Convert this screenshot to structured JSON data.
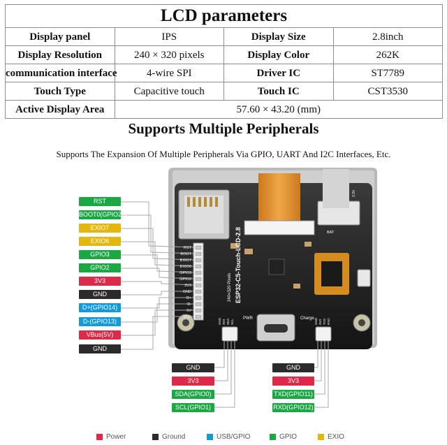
{
  "table": {
    "title": "LCD parameters",
    "rows": [
      [
        "Display panel",
        "IPS",
        "Display Size",
        "2.8inch"
      ],
      [
        "Display Resolution",
        "240 × 320 pixels",
        "Display Color",
        "262K"
      ],
      [
        "communication interface",
        "4-wire SPI",
        "Driver IC",
        "ST7789"
      ],
      [
        "Touch Type",
        "Capacitive touch",
        "Touch IC",
        "CST3530"
      ]
    ],
    "active_area_label": "Active Display Area",
    "active_area_value": "57.60 × 43.20 (mm)"
  },
  "peripherals": {
    "heading": "Supports Multiple Peripherals",
    "subheading": "Supports The Expansion Of Multiple Peripherals Via GPIO, UART And I2C Interfaces, Etc."
  },
  "board": {
    "model": "ESP32-C5-Touch-LCD-2.8",
    "resolution_text": "240×320 Pixels",
    "label_pwr": "PWR",
    "label_charge": "Charge",
    "label_batt": "BAT",
    "label_3v3": "3.3V",
    "header_pins": [
      "RST",
      "BOOT",
      "EXIO7",
      "EXIO6",
      "GPIO3",
      "GPIO2",
      "3V3",
      "GND",
      "D+",
      "D-",
      "5V",
      "GND"
    ],
    "i2c_pins": [
      "GND",
      "3V3",
      "SDA",
      "SCL"
    ],
    "uart_pins": [
      "GND",
      "3V3",
      "TXD",
      "RXD"
    ]
  },
  "left_labels": [
    {
      "text": "RST",
      "type": "green"
    },
    {
      "text": "BOOT0(GPIO28)",
      "type": "green"
    },
    {
      "text": "EXIO7",
      "type": "yellow"
    },
    {
      "text": "EXIO6",
      "type": "yellow"
    },
    {
      "text": "GPIO3",
      "type": "green"
    },
    {
      "text": "GPIO2",
      "type": "green"
    },
    {
      "text": "3V3",
      "type": "red"
    },
    {
      "text": "GND",
      "type": "black"
    },
    {
      "text": "D+(GPIO14)",
      "type": "blue"
    },
    {
      "text": "D-(GPIO13)",
      "type": "blue"
    },
    {
      "text": "VBus(5V)",
      "type": "red"
    },
    {
      "text": "GND",
      "type": "black"
    }
  ],
  "i2c_labels": [
    {
      "text": "GND",
      "type": "black"
    },
    {
      "text": "3V3",
      "type": "red"
    },
    {
      "text": "SDA(GPIO0)",
      "type": "green"
    },
    {
      "text": "SCL(GPIO1)",
      "type": "green"
    }
  ],
  "uart_labels": [
    {
      "text": "GND",
      "type": "black"
    },
    {
      "text": "3V3",
      "type": "red"
    },
    {
      "text": "TXD(GPIO11)",
      "type": "green"
    },
    {
      "text": "RXD(GPIO12)",
      "type": "green"
    }
  ],
  "legend": [
    {
      "label": "Power",
      "color": "#dc2a48"
    },
    {
      "label": "Ground",
      "color": "#2b2b2b"
    },
    {
      "label": "USB/GPIO",
      "color": "#139ad8"
    },
    {
      "label": "GPIO",
      "color": "#1aa843"
    },
    {
      "label": "EXIO",
      "color": "#e4b70e"
    }
  ]
}
